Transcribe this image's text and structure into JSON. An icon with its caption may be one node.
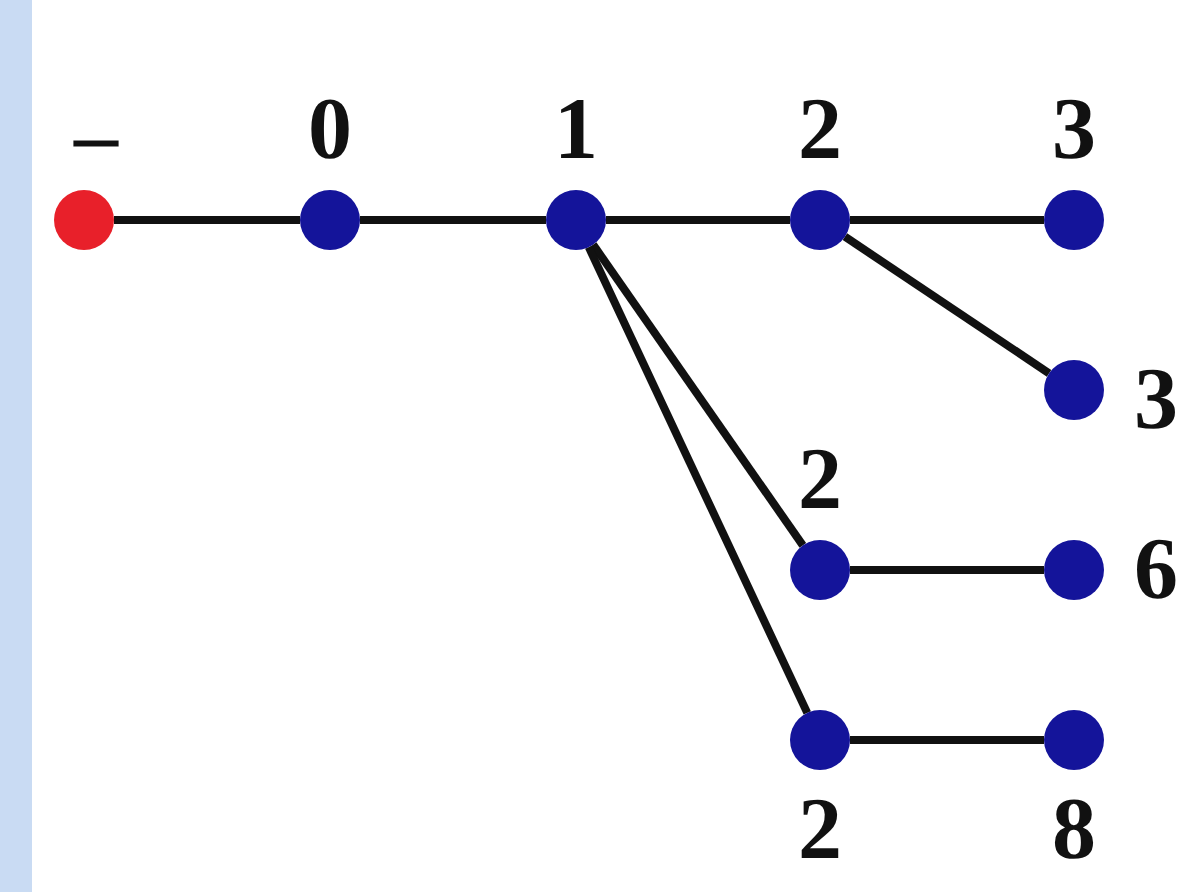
{
  "diagram": {
    "nodes": [
      {
        "text": [],
        "shape": "circle",
        "beside": [
          "–"
        ]
      },
      {
        "text": [],
        "shape": "circle",
        "beside": [
          "0"
        ]
      },
      {
        "text": [],
        "shape": "circle",
        "beside": [
          "1"
        ]
      },
      {
        "text": [],
        "shape": "circle",
        "beside": [
          "2"
        ]
      },
      {
        "text": [],
        "shape": "circle",
        "beside": [
          "3"
        ]
      },
      {
        "text": [],
        "shape": "circle",
        "beside": [
          "3"
        ]
      },
      {
        "text": [],
        "shape": "circle",
        "beside": [
          "2"
        ]
      },
      {
        "text": [],
        "shape": "circle",
        "beside": [
          "6"
        ]
      },
      {
        "text": [],
        "shape": "circle",
        "beside": [
          "2"
        ]
      },
      {
        "text": [],
        "shape": "circle",
        "beside": [
          "8"
        ]
      }
    ],
    "edges": [
      {
        "from": 0,
        "to": 1,
        "arrow": "none"
      },
      {
        "from": 1,
        "to": 2,
        "arrow": "none"
      },
      {
        "from": 2,
        "to": 3,
        "arrow": "none"
      },
      {
        "from": 3,
        "to": 4,
        "arrow": "none"
      },
      {
        "from": 3,
        "to": 5,
        "arrow": "none"
      },
      {
        "from": 2,
        "to": 6,
        "arrow": "none"
      },
      {
        "from": 6,
        "to": 7,
        "arrow": "none"
      },
      {
        "from": 2,
        "to": 8,
        "arrow": "none"
      },
      {
        "from": 8,
        "to": 9,
        "arrow": "none"
      }
    ]
  }
}
